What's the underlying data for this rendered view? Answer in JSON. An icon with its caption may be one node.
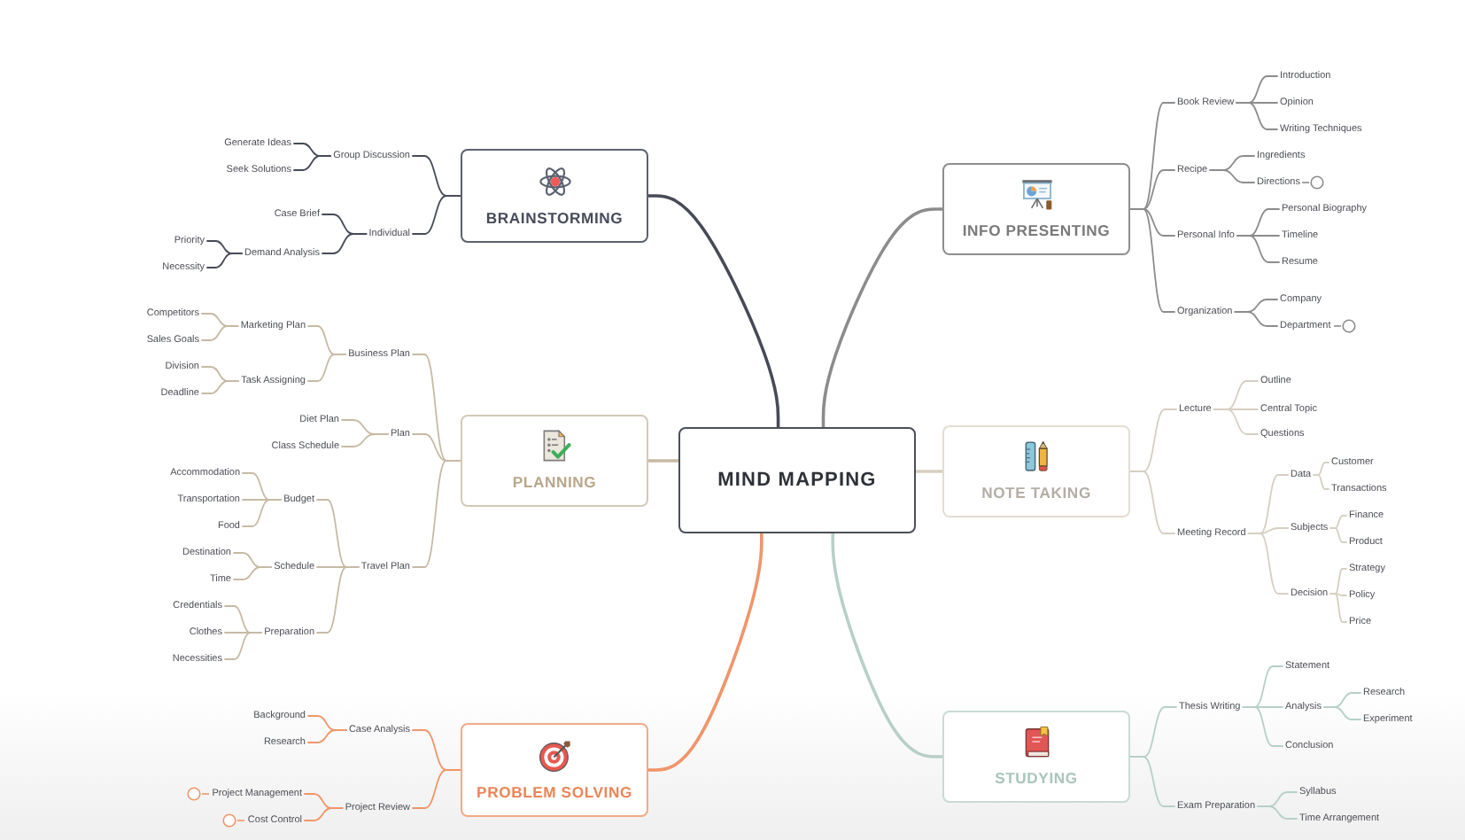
{
  "diagram": {
    "nodes": [
      {
        "text": [
          "MIND MAPPING"
        ]
      },
      {
        "text": [
          "BRAINSTORMING"
        ]
      },
      {
        "text": [
          "Group Discussion"
        ]
      },
      {
        "text": [
          "Generate Ideas"
        ]
      },
      {
        "text": [
          "Seek Solutions"
        ]
      },
      {
        "text": [
          "Individual"
        ]
      },
      {
        "text": [
          "Case Brief"
        ]
      },
      {
        "text": [
          "Demand Analysis"
        ]
      },
      {
        "text": [
          "Priority"
        ]
      },
      {
        "text": [
          "Necessity"
        ]
      },
      {
        "text": [
          "PLANNING"
        ]
      },
      {
        "text": [
          "Business Plan"
        ]
      },
      {
        "text": [
          "Marketing Plan"
        ]
      },
      {
        "text": [
          "Competitors"
        ]
      },
      {
        "text": [
          "Sales Goals"
        ]
      },
      {
        "text": [
          "Task Assigning"
        ]
      },
      {
        "text": [
          "Division"
        ]
      },
      {
        "text": [
          "Deadline"
        ]
      },
      {
        "text": [
          "Plan"
        ]
      },
      {
        "text": [
          "Diet Plan"
        ]
      },
      {
        "text": [
          "Class Schedule"
        ]
      },
      {
        "text": [
          "Travel Plan"
        ]
      },
      {
        "text": [
          "Budget"
        ]
      },
      {
        "text": [
          "Accommodation"
        ]
      },
      {
        "text": [
          "Transportation"
        ]
      },
      {
        "text": [
          "Food"
        ]
      },
      {
        "text": [
          "Schedule"
        ]
      },
      {
        "text": [
          "Destination"
        ]
      },
      {
        "text": [
          "Time"
        ]
      },
      {
        "text": [
          "Preparation"
        ]
      },
      {
        "text": [
          "Credentials"
        ]
      },
      {
        "text": [
          "Clothes"
        ]
      },
      {
        "text": [
          "Necessities"
        ]
      },
      {
        "text": [
          "PROBLEM SOLVING"
        ]
      },
      {
        "text": [
          "Case Analysis"
        ]
      },
      {
        "text": [
          "Background"
        ]
      },
      {
        "text": [
          "Research"
        ]
      },
      {
        "text": [
          "Project Review"
        ]
      },
      {
        "text": [
          "Project Management"
        ]
      },
      {
        "text": [
          "Cost Control"
        ]
      },
      {
        "text": [
          "INFO PRESENTING"
        ]
      },
      {
        "text": [
          "Book Review"
        ]
      },
      {
        "text": [
          "Introduction"
        ]
      },
      {
        "text": [
          "Opinion"
        ]
      },
      {
        "text": [
          "Writing Techniques"
        ]
      },
      {
        "text": [
          "Recipe"
        ]
      },
      {
        "text": [
          "Ingredients"
        ]
      },
      {
        "text": [
          "Directions"
        ]
      },
      {
        "text": [
          "Personal Info"
        ]
      },
      {
        "text": [
          "Personal Biography"
        ]
      },
      {
        "text": [
          "Timeline"
        ]
      },
      {
        "text": [
          "Resume"
        ]
      },
      {
        "text": [
          "Organization"
        ]
      },
      {
        "text": [
          "Company"
        ]
      },
      {
        "text": [
          "Department"
        ]
      },
      {
        "text": [
          "NOTE TAKING"
        ]
      },
      {
        "text": [
          "Lecture"
        ]
      },
      {
        "text": [
          "Outline"
        ]
      },
      {
        "text": [
          "Central Topic"
        ]
      },
      {
        "text": [
          "Questions"
        ]
      },
      {
        "text": [
          "Meeting Record"
        ]
      },
      {
        "text": [
          "Data"
        ]
      },
      {
        "text": [
          "Customer"
        ]
      },
      {
        "text": [
          "Transactions"
        ]
      },
      {
        "text": [
          "Subjects"
        ]
      },
      {
        "text": [
          "Finance"
        ]
      },
      {
        "text": [
          "Product"
        ]
      },
      {
        "text": [
          "Decision"
        ]
      },
      {
        "text": [
          "Strategy"
        ]
      },
      {
        "text": [
          "Policy"
        ]
      },
      {
        "text": [
          "Price"
        ]
      },
      {
        "text": [
          "STUDYING"
        ]
      },
      {
        "text": [
          "Thesis Writing"
        ]
      },
      {
        "text": [
          "Statement"
        ]
      },
      {
        "text": [
          "Analysis"
        ]
      },
      {
        "text": [
          "Research"
        ]
      },
      {
        "text": [
          "Experiment"
        ]
      },
      {
        "text": [
          "Conclusion"
        ]
      },
      {
        "text": [
          "Exam Preparation"
        ]
      },
      {
        "text": [
          "Syllabus"
        ]
      },
      {
        "text": [
          "Time Arrangement"
        ]
      }
    ],
    "edges": [
      {
        "from": 0,
        "to": 1,
        "arrow": "none",
        "color": "#474b57"
      },
      {
        "from": 1,
        "to": 2,
        "arrow": "none",
        "color": "#474b57"
      },
      {
        "from": 2,
        "to": 3,
        "arrow": "none",
        "color": "#474b57"
      },
      {
        "from": 2,
        "to": 4,
        "arrow": "none",
        "color": "#474b57"
      },
      {
        "from": 1,
        "to": 5,
        "arrow": "none",
        "color": "#474b57"
      },
      {
        "from": 5,
        "to": 6,
        "arrow": "none",
        "color": "#474b57"
      },
      {
        "from": 5,
        "to": 7,
        "arrow": "none",
        "color": "#474b57"
      },
      {
        "from": 7,
        "to": 8,
        "arrow": "none",
        "color": "#474b57"
      },
      {
        "from": 7,
        "to": 9,
        "arrow": "none",
        "color": "#474b57"
      },
      {
        "from": 0,
        "to": 10,
        "arrow": "none"
      },
      {
        "from": 10,
        "to": 11,
        "arrow": "none"
      },
      {
        "from": 11,
        "to": 12,
        "arrow": "none"
      },
      {
        "from": 12,
        "to": 13,
        "arrow": "none"
      },
      {
        "from": 12,
        "to": 14,
        "arrow": "none"
      },
      {
        "from": 11,
        "to": 15,
        "arrow": "none"
      },
      {
        "from": 15,
        "to": 16,
        "arrow": "none"
      },
      {
        "from": 15,
        "to": 17,
        "arrow": "none"
      },
      {
        "from": 10,
        "to": 18,
        "arrow": "none"
      },
      {
        "from": 18,
        "to": 19,
        "arrow": "none"
      },
      {
        "from": 18,
        "to": 20,
        "arrow": "none"
      },
      {
        "from": 10,
        "to": 21,
        "arrow": "none"
      },
      {
        "from": 21,
        "to": 22,
        "arrow": "none"
      },
      {
        "from": 22,
        "to": 23,
        "arrow": "none"
      },
      {
        "from": 22,
        "to": 24,
        "arrow": "none"
      },
      {
        "from": 22,
        "to": 25,
        "arrow": "none"
      },
      {
        "from": 21,
        "to": 26,
        "arrow": "none"
      },
      {
        "from": 26,
        "to": 27,
        "arrow": "none"
      },
      {
        "from": 26,
        "to": 28,
        "arrow": "none"
      },
      {
        "from": 21,
        "to": 29,
        "arrow": "none"
      },
      {
        "from": 29,
        "to": 30,
        "arrow": "none"
      },
      {
        "from": 29,
        "to": 31,
        "arrow": "none"
      },
      {
        "from": 29,
        "to": 32,
        "arrow": "none"
      },
      {
        "from": 0,
        "to": 33,
        "arrow": "none",
        "color": "#f0956b"
      },
      {
        "from": 33,
        "to": 34,
        "arrow": "none",
        "color": "#f0956b"
      },
      {
        "from": 34,
        "to": 35,
        "arrow": "none",
        "color": "#f0956b"
      },
      {
        "from": 34,
        "to": 36,
        "arrow": "none",
        "color": "#f0956b"
      },
      {
        "from": 33,
        "to": 37,
        "arrow": "none",
        "color": "#f0956b"
      },
      {
        "from": 37,
        "to": 38,
        "arrow": "none",
        "color": "#f0956b"
      },
      {
        "from": 37,
        "to": 39,
        "arrow": "none",
        "color": "#f0956b"
      },
      {
        "from": 0,
        "to": 40,
        "arrow": "none",
        "color": "#8c8c8c"
      },
      {
        "from": 40,
        "to": 41,
        "arrow": "none",
        "color": "#8c8c8c"
      },
      {
        "from": 41,
        "to": 42,
        "arrow": "none",
        "color": "#8c8c8c"
      },
      {
        "from": 41,
        "to": 43,
        "arrow": "none",
        "color": "#8c8c8c"
      },
      {
        "from": 41,
        "to": 44,
        "arrow": "none",
        "color": "#8c8c8c"
      },
      {
        "from": 40,
        "to": 45,
        "arrow": "none",
        "color": "#8c8c8c"
      },
      {
        "from": 45,
        "to": 46,
        "arrow": "none",
        "color": "#8c8c8c"
      },
      {
        "from": 45,
        "to": 47,
        "arrow": "none",
        "color": "#8c8c8c"
      },
      {
        "from": 40,
        "to": 48,
        "arrow": "none",
        "color": "#8c8c8c"
      },
      {
        "from": 48,
        "to": 49,
        "arrow": "none",
        "color": "#8c8c8c"
      },
      {
        "from": 48,
        "to": 50,
        "arrow": "none",
        "color": "#8c8c8c"
      },
      {
        "from": 48,
        "to": 51,
        "arrow": "none",
        "color": "#8c8c8c"
      },
      {
        "from": 40,
        "to": 52,
        "arrow": "none",
        "color": "#8c8c8c"
      },
      {
        "from": 52,
        "to": 53,
        "arrow": "none",
        "color": "#8c8c8c"
      },
      {
        "from": 52,
        "to": 54,
        "arrow": "none",
        "color": "#8c8c8c"
      },
      {
        "from": 0,
        "to": 55,
        "arrow": "none",
        "color": "#d6cfc1"
      },
      {
        "from": 55,
        "to": 56,
        "arrow": "none",
        "color": "#d6cfc1"
      },
      {
        "from": 56,
        "to": 57,
        "arrow": "none",
        "color": "#d6cfc1"
      },
      {
        "from": 56,
        "to": 58,
        "arrow": "none",
        "color": "#d6cfc1"
      },
      {
        "from": 56,
        "to": 59,
        "arrow": "none",
        "color": "#d6cfc1"
      },
      {
        "from": 55,
        "to": 60,
        "arrow": "none",
        "color": "#d6cfc1"
      },
      {
        "from": 60,
        "to": 61,
        "arrow": "none",
        "color": "#d6cfc1"
      },
      {
        "from": 61,
        "to": 62,
        "arrow": "none",
        "color": "#d6cfc1"
      },
      {
        "from": 61,
        "to": 63,
        "arrow": "none",
        "color": "#d6cfc1"
      },
      {
        "from": 60,
        "to": 64,
        "arrow": "none",
        "color": "#d6cfc1"
      },
      {
        "from": 64,
        "to": 65,
        "arrow": "none",
        "color": "#d6cfc1"
      },
      {
        "from": 64,
        "to": 66,
        "arrow": "none",
        "color": "#d6cfc1"
      },
      {
        "from": 60,
        "to": 67,
        "arrow": "none",
        "color": "#d6cfc1"
      },
      {
        "from": 67,
        "to": 68,
        "arrow": "none",
        "color": "#d6cfc1"
      },
      {
        "from": 67,
        "to": 69,
        "arrow": "none",
        "color": "#d6cfc1"
      },
      {
        "from": 67,
        "to": 70,
        "arrow": "none",
        "color": "#d6cfc1"
      },
      {
        "from": 0,
        "to": 71,
        "arrow": "none",
        "color": "#b7d0c6"
      },
      {
        "from": 71,
        "to": 72,
        "arrow": "none",
        "color": "#b7d0c6"
      },
      {
        "from": 72,
        "to": 73,
        "arrow": "none",
        "color": "#b7d0c6"
      },
      {
        "from": 72,
        "to": 74,
        "arrow": "none",
        "color": "#b7d0c6"
      },
      {
        "from": 74,
        "to": 75,
        "arrow": "none",
        "color": "#b7d0c6"
      },
      {
        "from": 74,
        "to": 76,
        "arrow": "none",
        "color": "#b7d0c6"
      },
      {
        "from": 72,
        "to": 77,
        "arrow": "none",
        "color": "#b7d0c6"
      },
      {
        "from": 71,
        "to": 78,
        "arrow": "none",
        "color": "#b7d0c6"
      },
      {
        "from": 78,
        "to": 79,
        "arrow": "none",
        "color": "#b7d0c6"
      },
      {
        "from": 78,
        "to": 80,
        "arrow": "none",
        "color": "#b7d0c6"
      }
    ]
  }
}
